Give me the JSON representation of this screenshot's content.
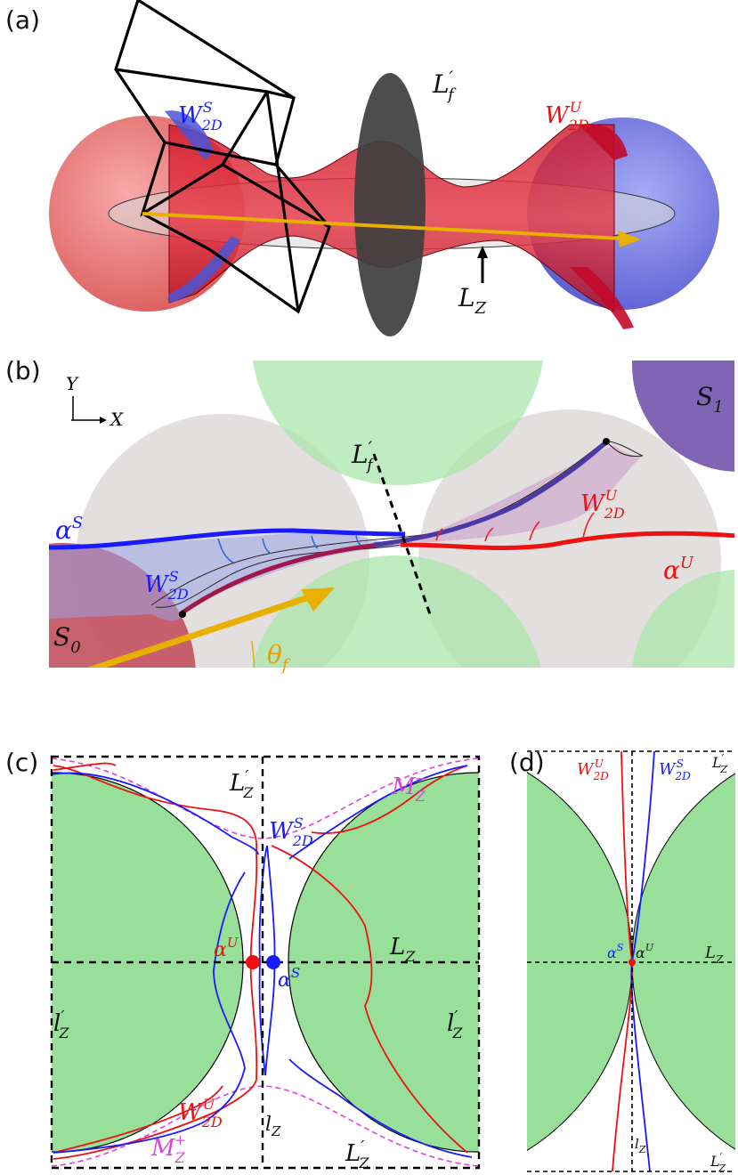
{
  "panels": {
    "a": {
      "label": "(a)",
      "labels": {
        "ws_main": "W",
        "ws_sub": "2D",
        "ws_sup": "S",
        "wu_main": "W",
        "wu_sub": "2D",
        "wu_sup": "U",
        "lf_main": "L",
        "lf_sup": "′",
        "lf_sub": "f",
        "lz_main": "L",
        "lz_sub": "Z"
      }
    },
    "b": {
      "label": "(b)",
      "labels": {
        "y_axis": "Y",
        "x_axis": "X",
        "lf_main": "L",
        "lf_sup": "′",
        "lf_sub": "f",
        "s1_main": "S",
        "s1_sub": "1",
        "s0_main": "S",
        "s0_sub": "0",
        "alpha_s": "α",
        "alpha_s_sup": "S",
        "alpha_u": "α",
        "alpha_u_sup": "U",
        "wu_main": "W",
        "wu_sub": "2D",
        "wu_sup": "U",
        "ws_main": "W",
        "ws_sub": "2D",
        "ws_sup": "S",
        "theta": "θ",
        "theta_sub": "f"
      }
    },
    "c": {
      "label": "(c)",
      "labels": {
        "lz_top_main": "L",
        "lz_top_sup": "′",
        "lz_top_sub": "Z",
        "mz_minus_main": "M",
        "mz_minus_sub": "Z",
        "mz_minus_sup": "−",
        "ws_main": "W",
        "ws_sub": "2D",
        "ws_sup": "S",
        "alpha_u": "α",
        "alpha_u_sup": "U",
        "alpha_s": "α",
        "alpha_s_sup": "S",
        "lz_main": "L",
        "lz_sub": "Z",
        "lz_left_main": "l",
        "lz_left_sup": "′",
        "lz_left_sub": "Z",
        "lz_right_main": "l",
        "lz_right_sup": "′",
        "lz_right_sub": "Z",
        "wu_main": "W",
        "wu_sub": "2D",
        "wu_sup": "U",
        "mz_plus_main": "M",
        "mz_plus_sub": "Z",
        "mz_plus_sup": "+",
        "lz_small_main": "l",
        "lz_small_sub": "Z",
        "lz_bot_main": "L",
        "lz_bot_sup": "′",
        "lz_bot_sub": "Z"
      }
    },
    "d": {
      "label": "(d)",
      "labels": {
        "wu_main": "W",
        "wu_sub": "2D",
        "wu_sup": "U",
        "ws_main": "W",
        "ws_sub": "2D",
        "ws_sup": "S",
        "lz_top_main": "L",
        "lz_top_sup": "′",
        "lz_top_sub": "Z",
        "alpha_s": "α",
        "alpha_s_sup": "S",
        "alpha_u": "α",
        "alpha_u_sup": "U",
        "lz_main": "L",
        "lz_sub": "Z",
        "lz_small_main": "l",
        "lz_small_sub": "Z",
        "lz_bot_main": "L",
        "lz_bot_sup": "′",
        "lz_bot_sub": "Z"
      }
    }
  },
  "colors": {
    "stable": "#1a1aff",
    "unstable": "#ee1111",
    "scatterer": "#98e09a",
    "magenta": "#dd44dd",
    "arrow": "#e8b000"
  }
}
